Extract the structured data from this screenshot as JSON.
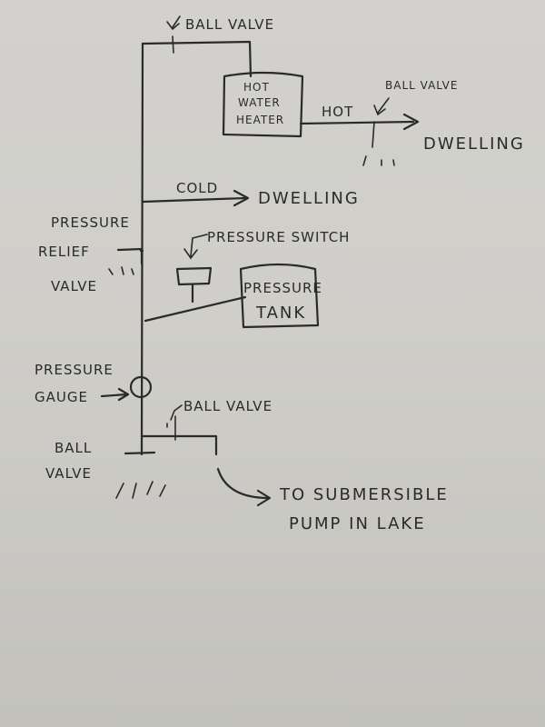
{
  "labels": {
    "ball_valve_top": "Ball valve",
    "hot_water_heater_1": "Hot",
    "hot_water_heater_2": "Water",
    "hot_water_heater_3": "Heater",
    "ball_valve_right": "Ball valve",
    "hot_line": "Hot",
    "dwelling_hot": "Dwelling",
    "cold_line": "Cold",
    "dwelling_cold": "Dwelling",
    "pressure_relief_1": "Pressure",
    "pressure_relief_2": "Relief",
    "pressure_relief_3": "Valve",
    "pressure_switch": "Pressure switch",
    "pressure_tank_1": "Pressure",
    "pressure_tank_2": "Tank",
    "pressure_gauge_1": "Pressure",
    "pressure_gauge_2": "Gauge",
    "ball_valve_bottom_right": "Ball valve",
    "ball_valve_bottom_1": "Ball",
    "ball_valve_bottom_2": "Valve",
    "to_pump_1": "To submersible",
    "to_pump_2": "pump in lake"
  }
}
